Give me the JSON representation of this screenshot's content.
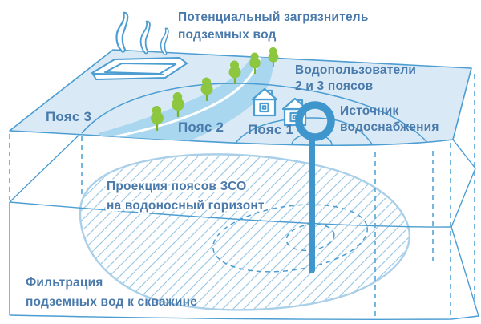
{
  "diagram": {
    "pollutant": {
      "line1": "Потенциальный загрязнитель",
      "line2": "подземных вод"
    },
    "water_users": {
      "line1": "Водопользователи",
      "line2": "2 и 3 поясов"
    },
    "water_source": {
      "line1": "Источник",
      "line2": "водоснабжения"
    },
    "belts": {
      "belt3": "Пояс 3",
      "belt2": "Пояс 2",
      "belt1": "Пояс 1"
    },
    "projection": {
      "line1": "Проекция поясов ЗСО",
      "line2": "на водоносный горизонт"
    },
    "filtration": {
      "line1": "Фильтрация",
      "line2": "подземных вод к скважине"
    },
    "icons": {
      "steam": "steam-icon",
      "pollution_pit": "pollution-pit-icon",
      "tree": "tree-icon",
      "house": "house-icon",
      "well_ring": "well-ring-icon",
      "well_pipe": "well-pipe"
    },
    "colors": {
      "outline_blue": "#4c9dd2",
      "surface_fill": "#d9eaf6",
      "river_fill": "#a9d7ef",
      "stream_line": "#ffffff",
      "well_blue": "#3f96cc",
      "tree_green": "#8dc63f",
      "tree_trunk": "#7ab32e",
      "hatch_blue": "#9fc9e4",
      "ellipse_outline": "#a9cfe9",
      "dashed_blue": "#55a4d6",
      "text_blue": "#4a7aab"
    }
  }
}
